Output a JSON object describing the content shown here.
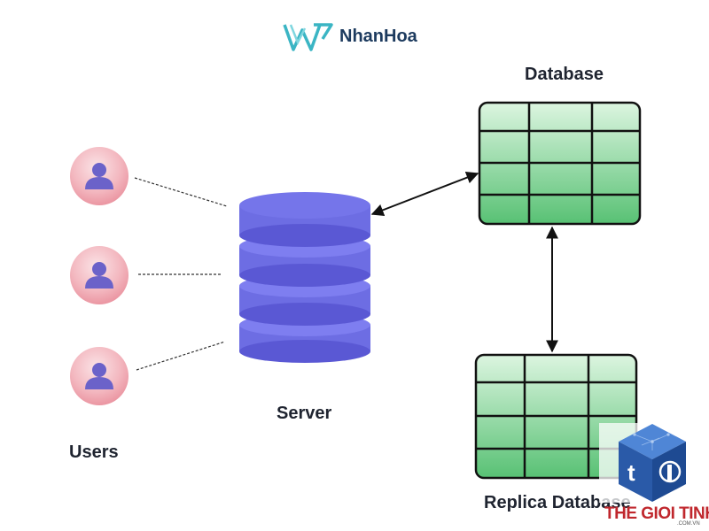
{
  "brand": {
    "name": "NhanHoa",
    "logo_icon": "nhanhoa-logo-icon",
    "logo_color": "#3bb5c4"
  },
  "labels": {
    "database": "Database",
    "server": "Server",
    "users": "Users",
    "replica": "Replica Database"
  },
  "watermark": {
    "text": "THE GIOI TINHOC",
    "domain": ".COM.VN",
    "icon": "cube-logo-icon",
    "color_text": "#c0272d",
    "color_cube": "#2a5aa8"
  },
  "colors": {
    "user_circle": "#f3b8bf",
    "user_icon": "#6b62c9",
    "server": "#6f6fe6",
    "server_dark": "#4b48c0",
    "table_fill_top": "#d8f3dc",
    "table_fill_bottom": "#5fc47b",
    "outline": "#111111"
  },
  "icons": [
    "user-icon",
    "server-icon",
    "database-table-icon",
    "arrow-icon"
  ]
}
